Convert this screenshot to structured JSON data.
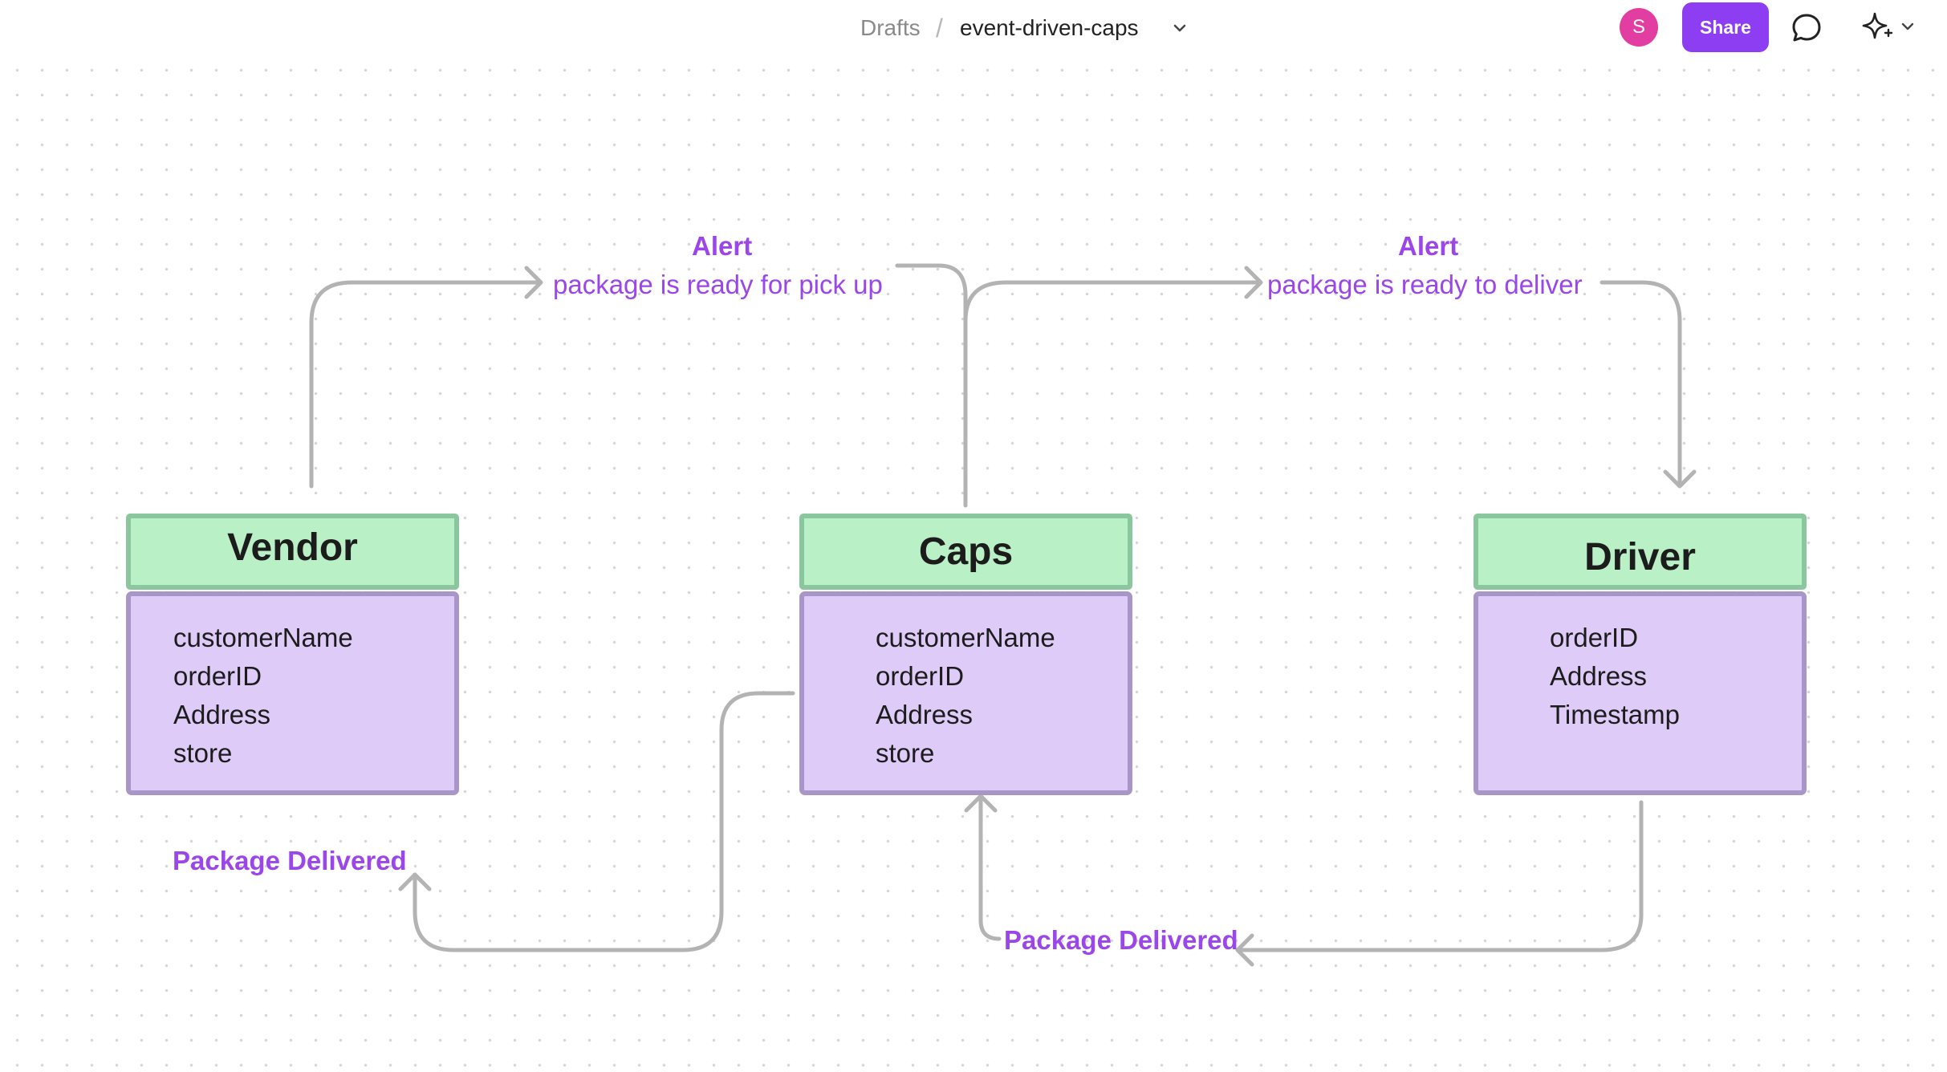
{
  "toolbar": {
    "breadcrumb_root": "Drafts",
    "breadcrumb_separator": "/",
    "file_name": "event-driven-caps",
    "avatar_initial": "S",
    "share_label": "Share"
  },
  "diagram": {
    "vendor": {
      "title": "Vendor",
      "fields": [
        "customerName",
        "orderID",
        "Address",
        "store"
      ]
    },
    "caps": {
      "title": "Caps",
      "fields": [
        "customerName",
        "orderID",
        "Address",
        "store"
      ]
    },
    "driver": {
      "title": "Driver",
      "fields": [
        "orderID",
        "Address",
        "Timestamp"
      ]
    },
    "labels": {
      "alert_pickup_title": "Alert",
      "alert_pickup_text": "package is ready for pick up",
      "alert_deliver_title": "Alert",
      "alert_deliver_text": "package is ready to deliver",
      "delivered_vendor": "Package Delivered",
      "delivered_caps": "Package Delivered"
    }
  },
  "colors": {
    "accent": "#8d3ef3",
    "label_purple": "#9b46e8",
    "header_green": "#b9f0c6",
    "body_lavender": "#decbf8",
    "connector_gray": "#b3b3b3",
    "avatar_pink": "#e23da0"
  },
  "icons": [
    "chevron-down-icon",
    "comment-icon",
    "sparkle-icon",
    "chevron-down-icon"
  ]
}
